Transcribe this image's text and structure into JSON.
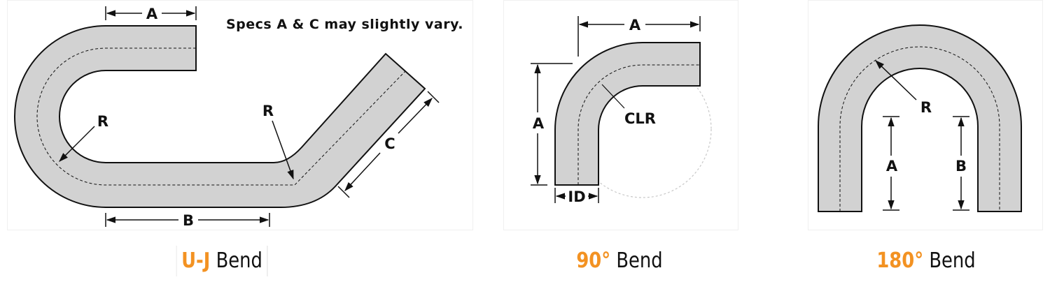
{
  "colors": {
    "tube_fill": "#d2d2d2",
    "accent": "#f39222",
    "ink": "#111111",
    "guide_circle": "#c8c8c8"
  },
  "uj_panel": {
    "note": "Specs A & C may slightly vary.",
    "dim_a": "A",
    "dim_b": "B",
    "dim_c": "C",
    "radius_left": "R",
    "radius_right": "R",
    "caption_accent": "U-J",
    "caption_text": " Bend"
  },
  "p90_panel": {
    "dim_a_top": "A",
    "dim_a_side": "A",
    "clr": "CLR",
    "id": "ID",
    "caption_accent": "90°",
    "caption_text": " Bend"
  },
  "p180_panel": {
    "radius": "R",
    "dim_a": "A",
    "dim_b": "B",
    "caption_accent": "180°",
    "caption_text": " Bend"
  }
}
